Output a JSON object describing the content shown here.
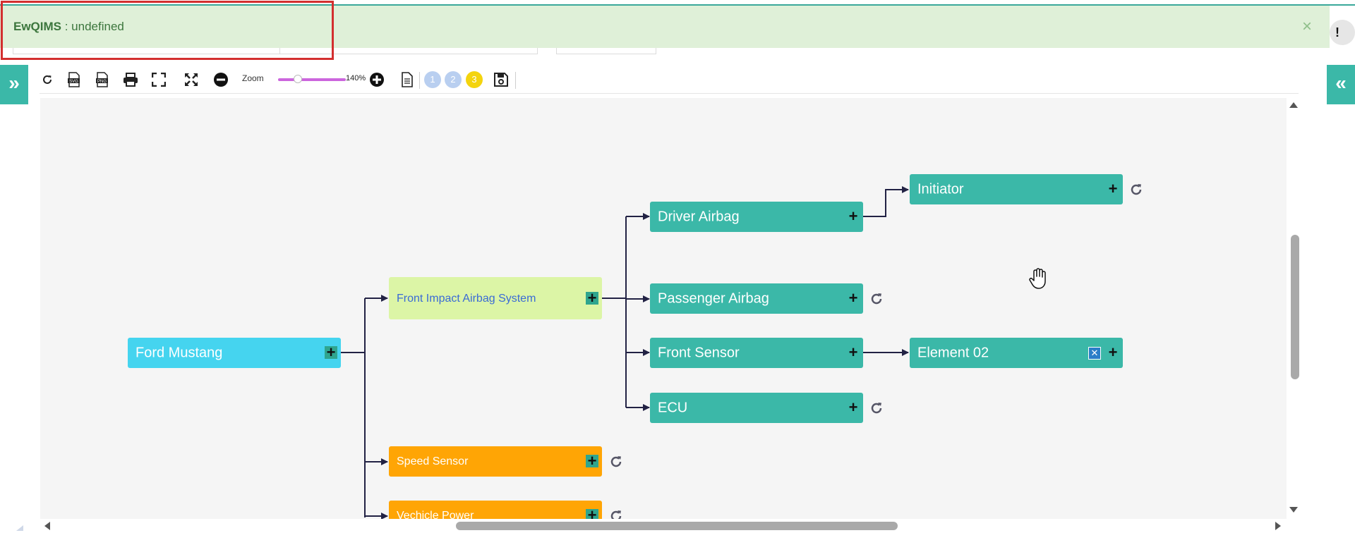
{
  "alert": {
    "app_name": "EwQIMS",
    "message": " : undefined",
    "close_glyph": "×",
    "background_color": "#dff0d8",
    "text_color": "#3c763d"
  },
  "help_badge": "!",
  "side_toggles": {
    "left_glyph": "»",
    "right_glyph": "«",
    "color": "#3bb8a8"
  },
  "toolbar": {
    "icons": [
      "refresh-icon",
      "svg-export-icon",
      "png-export-icon",
      "print-icon",
      "fit-screen-icon",
      "expand-icon",
      "zoom-out-icon",
      "zoom-in-icon",
      "document-icon",
      "save-icon"
    ],
    "zoom_label": "Zoom",
    "zoom_percent": "140%",
    "zoom_level": 140,
    "levels": [
      "1",
      "2",
      "3"
    ],
    "active_level": "3",
    "level_colors": {
      "inactive": "#b9cff0",
      "active": "#f4d40e"
    }
  },
  "tree": {
    "nodes": {
      "ford_mustang": "Ford Mustang",
      "front_impact": "Front Impact Airbag System",
      "speed_sensor": "Speed Sensor",
      "vehicle_power": "Vechicle Power",
      "driver_airbag": "Driver Airbag",
      "passenger_airbag": "Passenger Airbag",
      "front_sensor": "Front Sensor",
      "ecu": "ECU",
      "initiator": "Initiator",
      "element02": "Element 02"
    },
    "plus_glyph": "+",
    "remove_glyph": "✕",
    "node_colors": {
      "root": "#45d4ef",
      "system": "#dcf5a6",
      "branch": "#ffa505",
      "component": "#3bb8a8"
    }
  }
}
